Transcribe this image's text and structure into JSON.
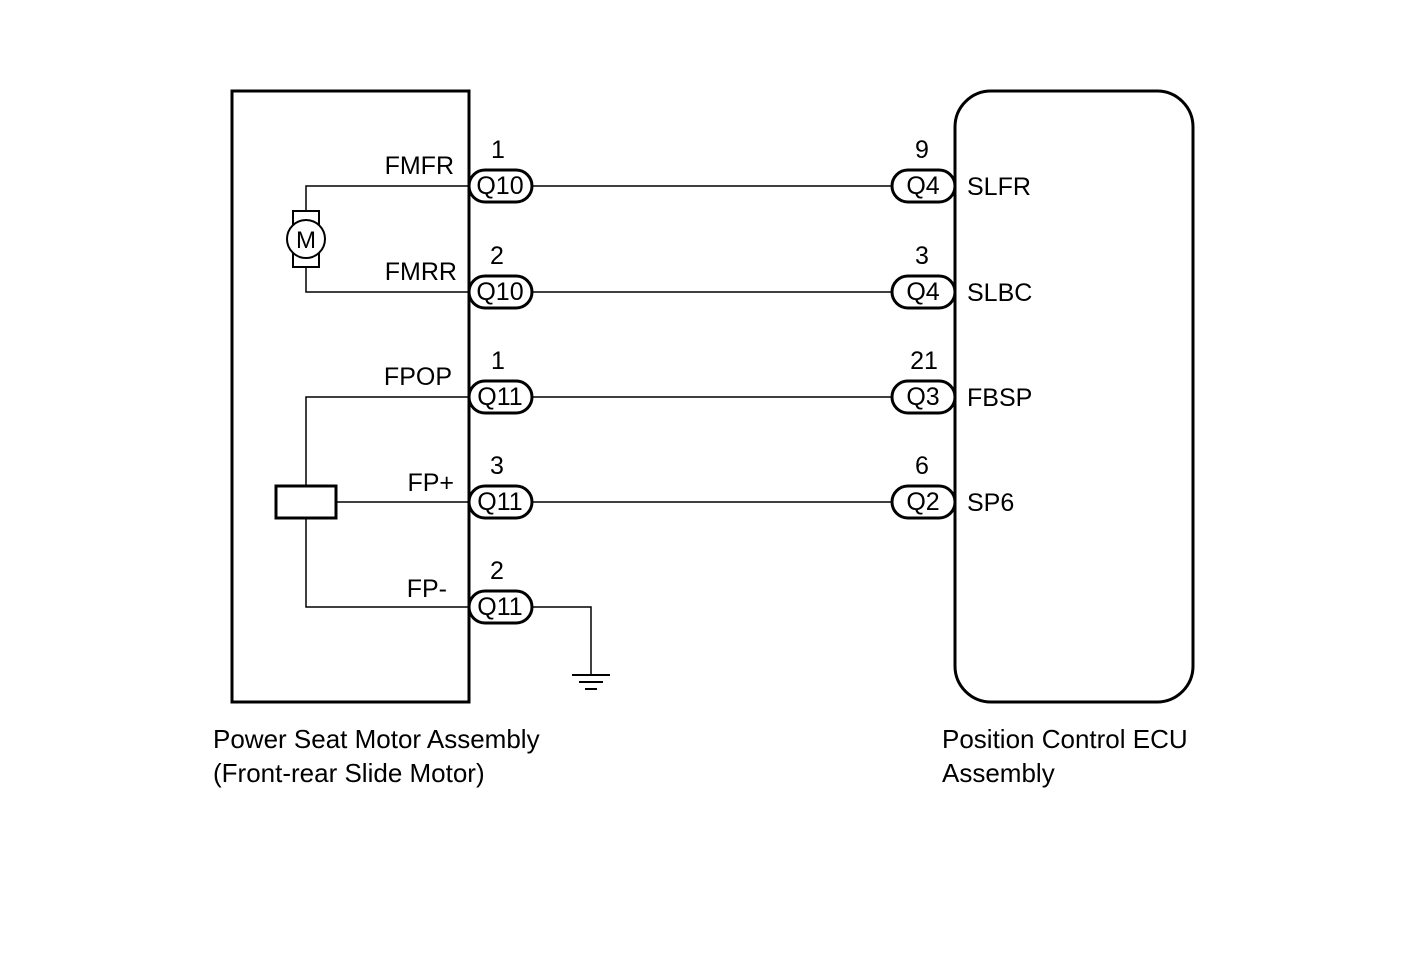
{
  "left_component": {
    "caption_line1": "Power Seat Motor Assembly",
    "caption_line2": "(Front-rear Slide Motor)",
    "motor_symbol": "M"
  },
  "right_component": {
    "caption_line1": "Position Control ECU",
    "caption_line2": "Assembly"
  },
  "wires": [
    {
      "left_terminal": "FMFR",
      "left_pin": "1",
      "left_connector": "Q10",
      "right_pin": "9",
      "right_connector": "Q4",
      "right_terminal": "SLFR"
    },
    {
      "left_terminal": "FMRR",
      "left_pin": "2",
      "left_connector": "Q10",
      "right_pin": "3",
      "right_connector": "Q4",
      "right_terminal": "SLBC"
    },
    {
      "left_terminal": "FPOP",
      "left_pin": "1",
      "left_connector": "Q11",
      "right_pin": "21",
      "right_connector": "Q3",
      "right_terminal": "FBSP"
    },
    {
      "left_terminal": "FP+",
      "left_pin": "3",
      "left_connector": "Q11",
      "right_pin": "6",
      "right_connector": "Q2",
      "right_terminal": "SP6"
    }
  ],
  "ground_wire": {
    "left_terminal": "FP-",
    "left_pin": "2",
    "left_connector": "Q11"
  },
  "icons": {
    "motor": "motor-icon",
    "sensor": "position-sensor-icon",
    "ground": "ground-icon"
  }
}
